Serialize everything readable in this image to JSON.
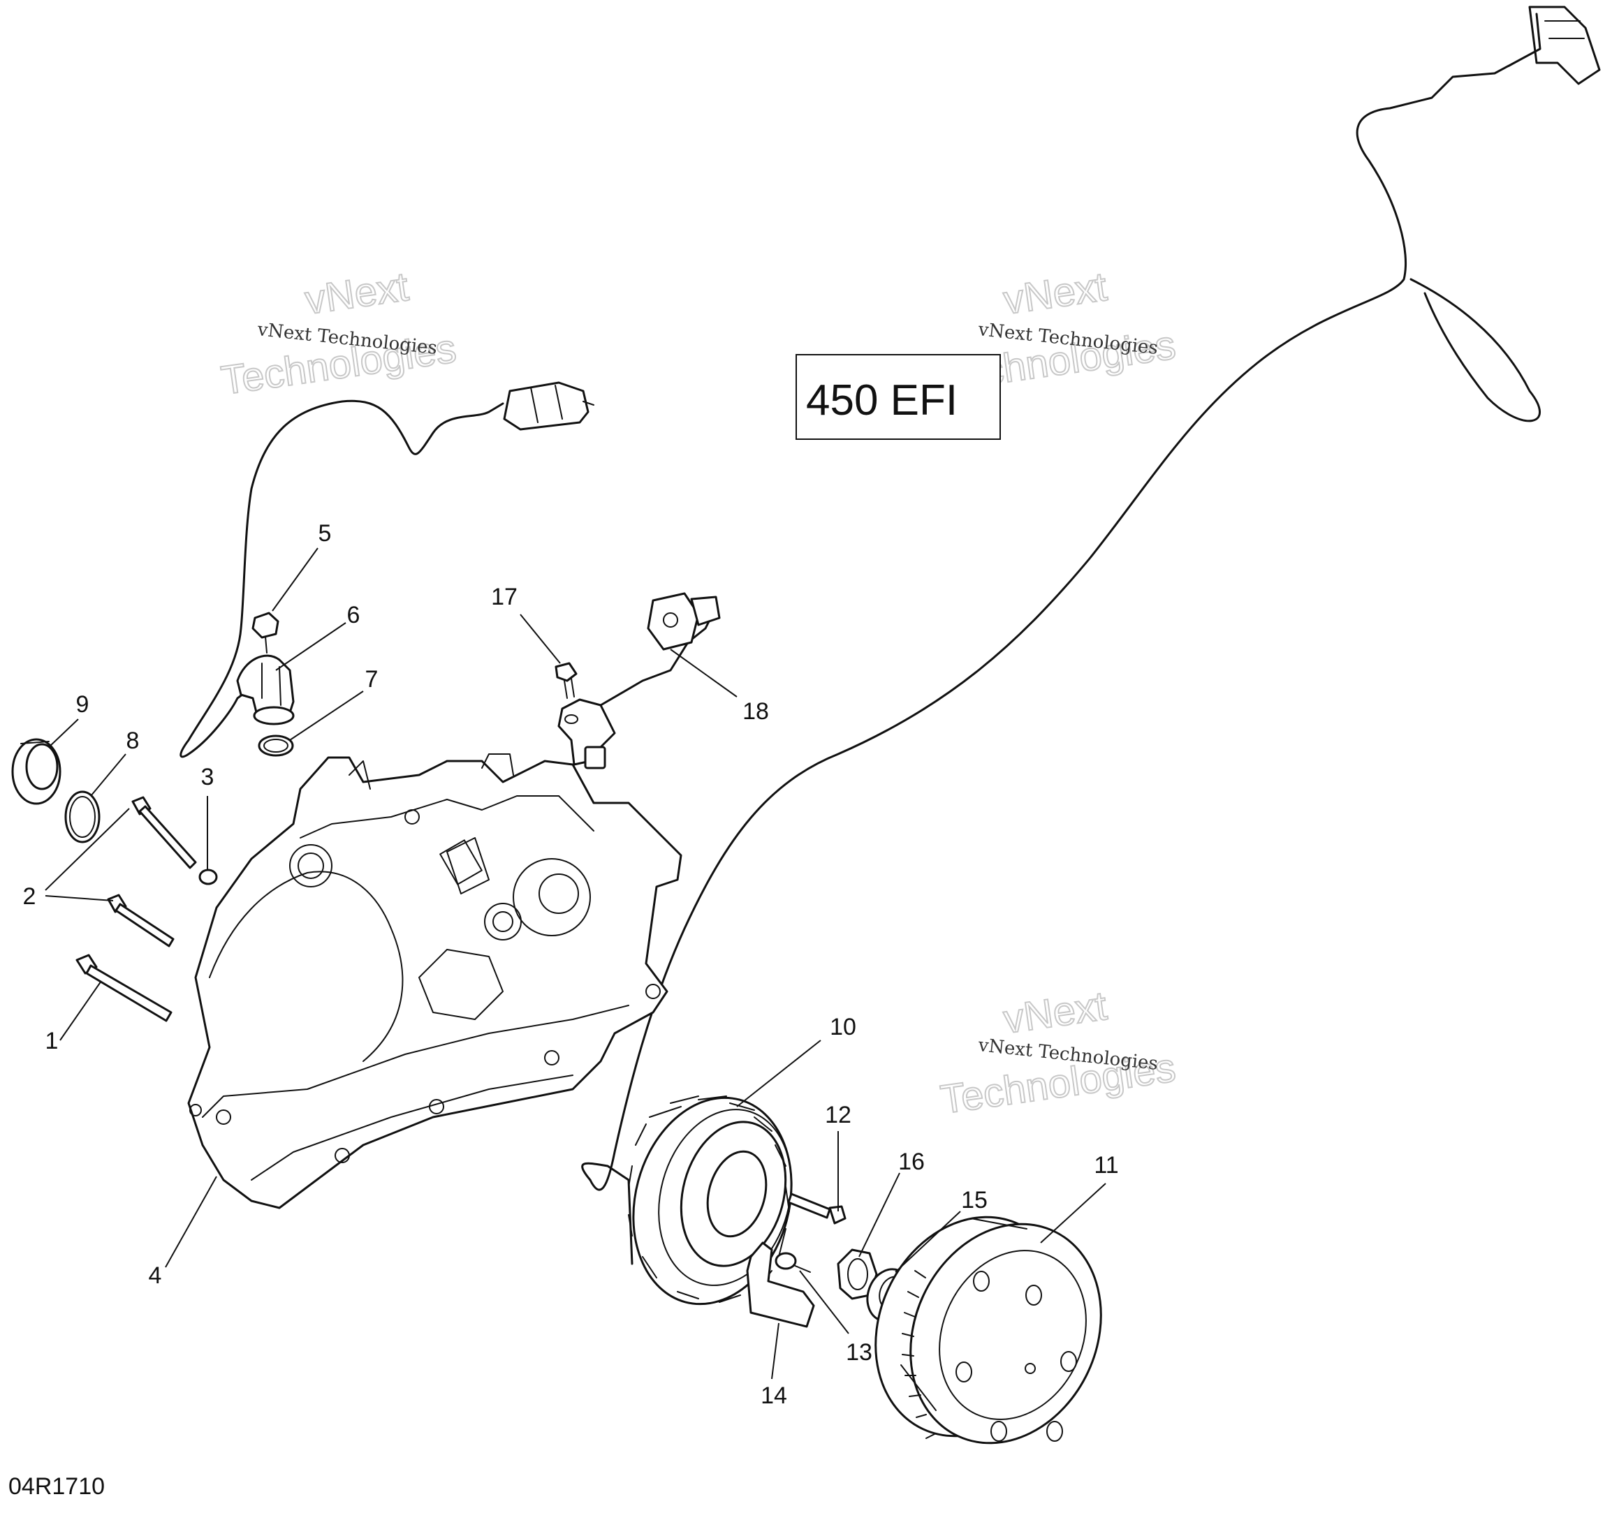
{
  "model_label": "450 EFI",
  "reference_code": "04R1710",
  "watermark": {
    "line1": "vNext Technologies",
    "line2_a": "vNext",
    "line2_b": "Technologies"
  },
  "callouts": [
    "1",
    "2",
    "3",
    "4",
    "5",
    "6",
    "7",
    "8",
    "9",
    "10",
    "11",
    "12",
    "13",
    "14",
    "15",
    "16",
    "17",
    "18"
  ]
}
